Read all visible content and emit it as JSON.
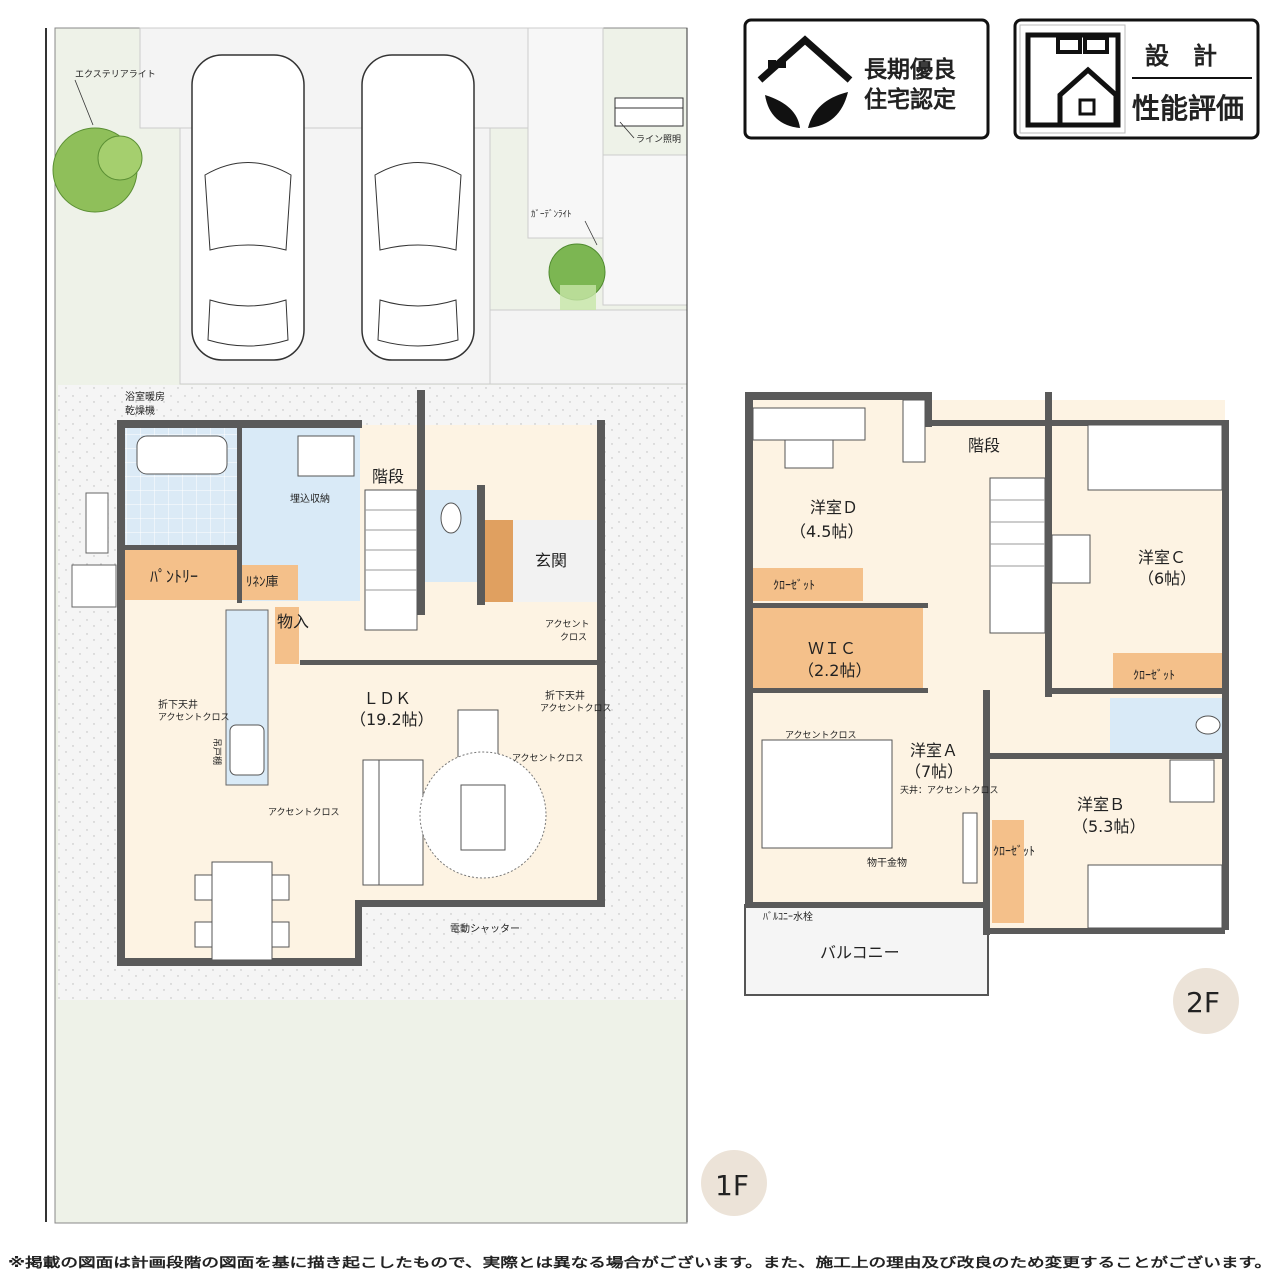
{
  "badges": {
    "long_term": {
      "line1": "長期優良",
      "line2": "住宅認定"
    },
    "performance": {
      "top": "設　計",
      "bottom": "性能評価"
    }
  },
  "floor1": {
    "label": "1F",
    "exterior": {
      "exterior_light": "エクステリアライト",
      "line_light": "ライン照明",
      "garden_light": "ｶﾞｰﾃﾞﾝﾗｲﾄ"
    },
    "rooms": {
      "bath_heater_1": "浴室暖房",
      "bath_heater_2": "乾燥機",
      "built_in_storage": "埋込収納",
      "stairs": "階段",
      "entrance": "玄関",
      "pantry": "ﾊﾟﾝﾄﾘｰ",
      "linen": "ﾘﾈﾝ庫",
      "storage": "物入",
      "accent_cross_1": "アクセント",
      "accent_cross_1b": "クロス",
      "ldk_name": "ＬＤＫ",
      "ldk_size": "（19.2帖）",
      "lowered_ceiling_left_1": "折下天井",
      "lowered_ceiling_left_2": "アクセントクロス",
      "lowered_ceiling_right_1": "折下天井",
      "lowered_ceiling_right_2": "アクセントクロス",
      "accent_cross_2": "アクセントクロス",
      "accent_cross_3": "アクセントクロス",
      "hanging_cabinet": "吊戸棚",
      "electric_shutter": "電動シャッター"
    }
  },
  "floor2": {
    "label": "2F",
    "rooms": {
      "stairs": "階段",
      "room_d_name": "洋室Ｄ",
      "room_d_size": "（4.5帖）",
      "room_c_name": "洋室Ｃ",
      "room_c_size": "（6帖）",
      "closet_d": "ｸﾛｰｾﾞｯﾄ",
      "closet_c": "ｸﾛｰｾﾞｯﾄ",
      "wic_name": "ＷＩＣ",
      "wic_size": "（2.2帖）",
      "room_a_name": "洋室Ａ",
      "room_a_size": "（7帖）",
      "room_a_ceiling": "天井：アクセントクロス",
      "room_a_accent": "アクセントクロス",
      "laundry": "物干金物",
      "room_b_name": "洋室Ｂ",
      "room_b_size": "（5.3帖）",
      "closet_b": "ｸﾛｰｾﾞｯﾄ",
      "balcony_faucet": "ﾊﾞﾙｺﾆｰ水栓",
      "balcony": "バルコニー"
    }
  },
  "disclaimer": "※掲載の図面は計画段階の図面を基に描き起こしたもので、実際とは異なる場合がございます。また、施工上の理由及び改良のため変更することがございます。",
  "colors": {
    "room_fill": "#fdf3e3",
    "water_fill": "#d9eaf7",
    "storage_fill": "#f4c08a",
    "lot_fill": "#eaf0e2",
    "wall": "#5a5a5a"
  }
}
